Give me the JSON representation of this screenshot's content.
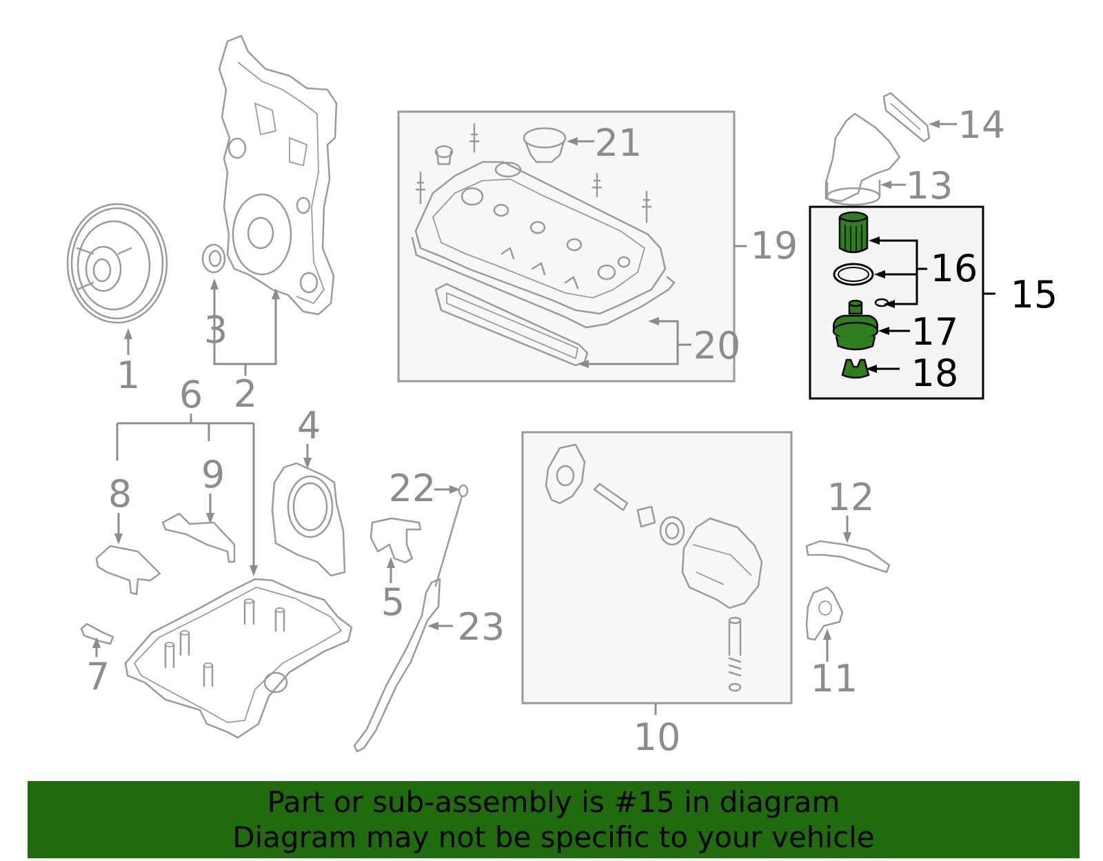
{
  "diagram": {
    "callouts": {
      "c1": "1",
      "c2": "2",
      "c3": "3",
      "c4": "4",
      "c5": "5",
      "c6": "6",
      "c7": "7",
      "c8": "8",
      "c9": "9",
      "c10": "10",
      "c11": "11",
      "c12": "12",
      "c13": "13",
      "c14": "14",
      "c15": "15",
      "c16": "16",
      "c17": "17",
      "c18": "18",
      "c19": "19",
      "c20": "20",
      "c21": "21",
      "c22": "22",
      "c23": "23"
    },
    "highlighted_part": "15",
    "colors": {
      "part_outline": "#9a9a9a",
      "callout_text": "#8c8c8c",
      "highlight_fill": "#2e7d1f",
      "highlight_outline": "#000000",
      "banner_background": "#1f6b0e"
    }
  },
  "banner": {
    "line1": "Part or sub-assembly is #15 in diagram",
    "line2": "Diagram may not be specific to your vehicle"
  }
}
